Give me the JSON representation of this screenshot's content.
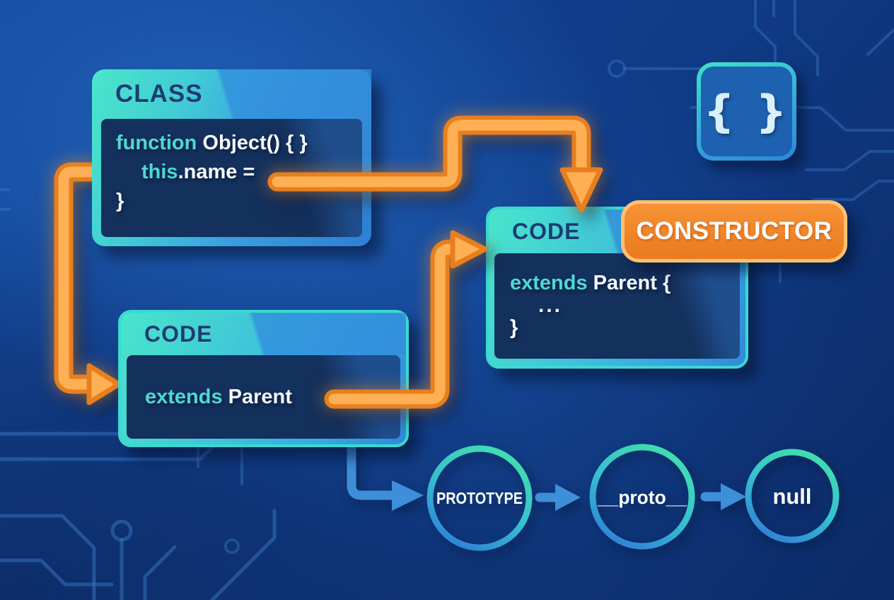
{
  "boxes": [
    {
      "title": "CLASS",
      "lines": [
        {
          "kw": "function ",
          "rest": "Object() { }"
        },
        {
          "kw": "this",
          "rest": ".name ="
        },
        {
          "kw": "",
          "rest": "}"
        }
      ]
    },
    {
      "title": "CODE",
      "lines": [
        {
          "kw": "extends ",
          "rest": "Parent"
        }
      ]
    },
    {
      "title": "CODE",
      "lines": [
        {
          "kw": "extends ",
          "rest": "Parent {"
        },
        {
          "kw": "",
          "rest": "..."
        },
        {
          "kw": "",
          "rest": "}"
        }
      ]
    }
  ],
  "badge": {
    "label": "CONSTRUCTOR"
  },
  "chain": [
    {
      "label": "PROTOTYPE"
    },
    {
      "label": "__proto__"
    },
    {
      "label": "null"
    }
  ],
  "braces_icon": {
    "glyph": "{ }"
  },
  "colors": {
    "background_blue": "#11408c",
    "panel_navy": "#14305c",
    "teal_border": "#3cd8d2",
    "header_teal": "#49e5cb",
    "header_blue": "#3a9fe0",
    "keyword_teal": "#4ed8d6",
    "code_white": "#f4f9ff",
    "orange_fill": "#ffb055",
    "orange_outline": "#e87f1f",
    "badge_orange": "#ee8226",
    "badge_rim": "#fbc171",
    "arrow_blue": "#3e8fd9",
    "null_gray": "#93a2ba"
  }
}
